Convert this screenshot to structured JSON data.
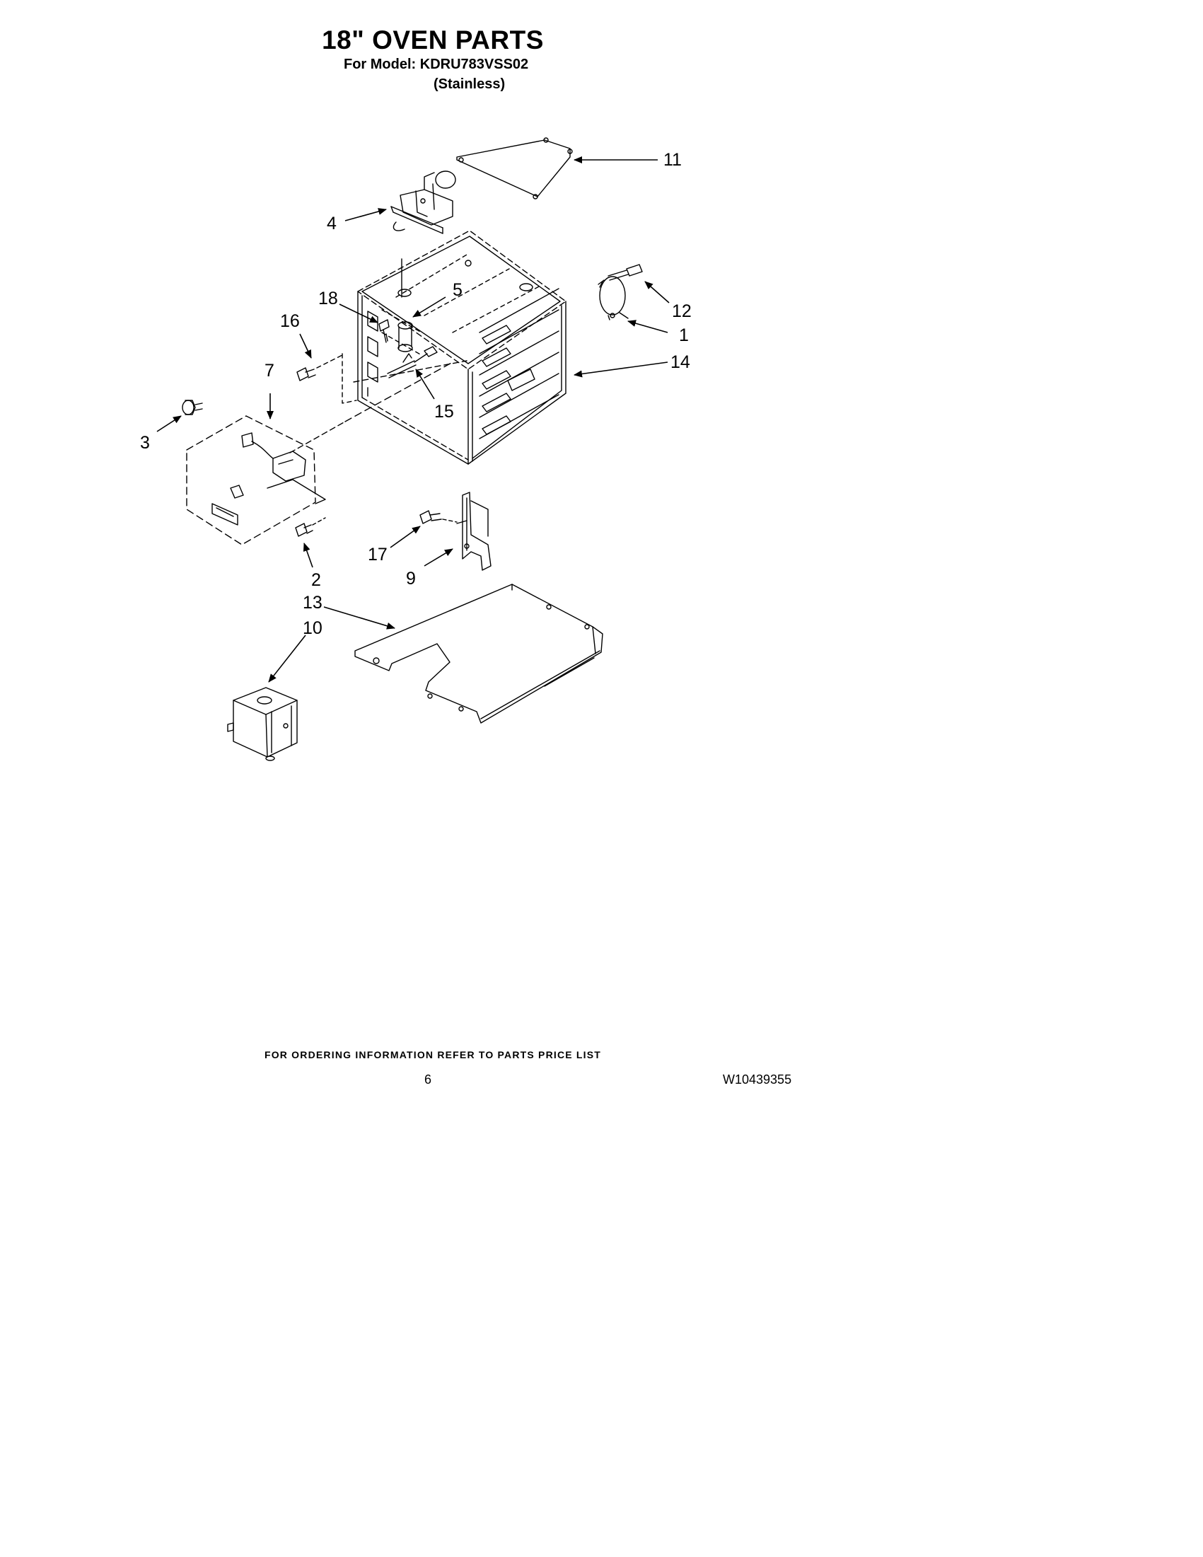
{
  "header": {
    "title": "18\" OVEN PARTS",
    "model_line": "For Model: KDRU783VSS02",
    "finish": "(Stainless)"
  },
  "callouts": {
    "c1": "1",
    "c2": "2",
    "c3": "3",
    "c4": "4",
    "c5": "5",
    "c7": "7",
    "c9": "9",
    "c10": "10",
    "c11": "11",
    "c12": "12",
    "c13": "13",
    "c14": "14",
    "c15": "15",
    "c16": "16",
    "c17": "17",
    "c18": "18"
  },
  "footer": {
    "ordering_note": "FOR ORDERING INFORMATION REFER TO PARTS PRICE LIST",
    "page_number": "6",
    "document_number": "W10439355"
  }
}
